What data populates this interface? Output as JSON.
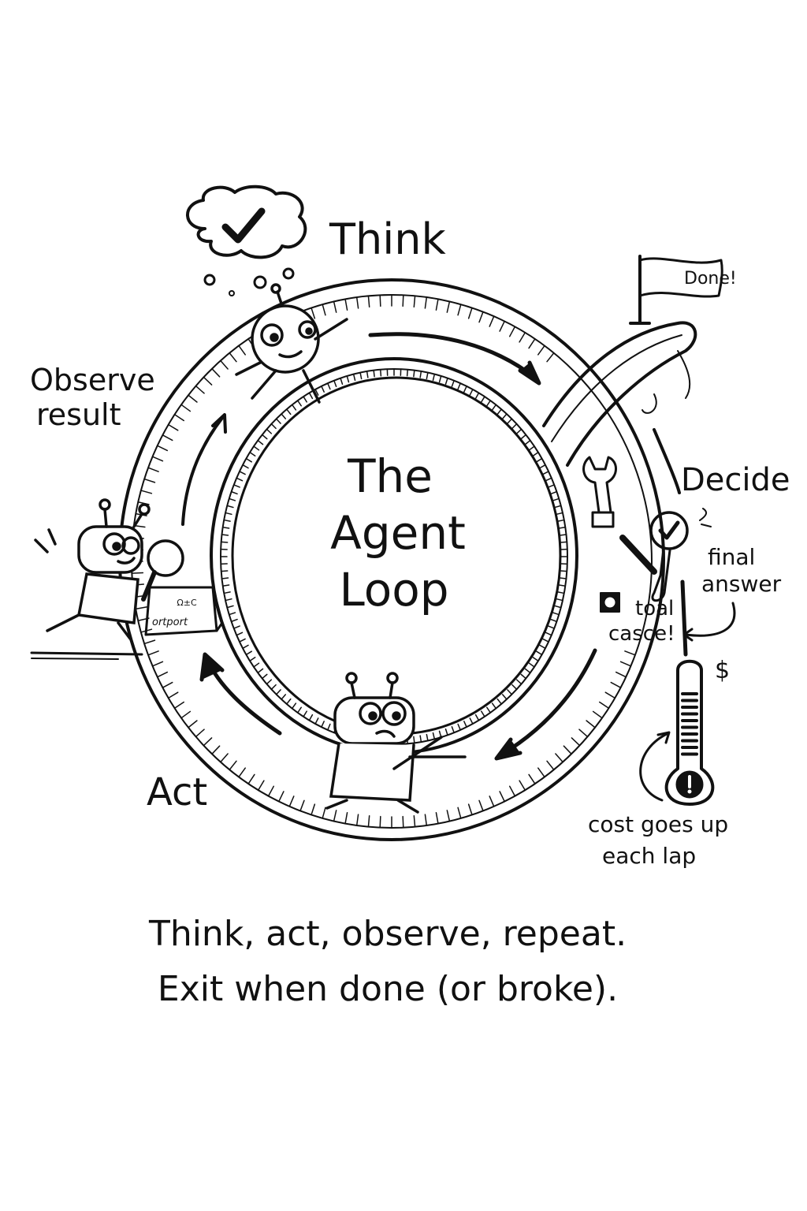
{
  "title": {
    "line1": "The",
    "line2": "Agent",
    "line3": "Loop"
  },
  "stages": {
    "think": "Think",
    "observe": {
      "line1": "Observe",
      "line2": "result"
    },
    "act": "Act",
    "decide": "Decide"
  },
  "annotations": {
    "done_flag": "Done!",
    "final_answer": {
      "line1": "final",
      "line2": "answer"
    },
    "tool_case": {
      "line1": "toal",
      "line2": "casce!"
    },
    "cost": {
      "line1": "cost goes up",
      "line2": "each lap"
    },
    "dollar": "$",
    "output_sign": "ortport",
    "output_sign_top": "Ω±C"
  },
  "caption": {
    "line1": "Think, act, observe, repeat.",
    "line2": "Exit when done (or broke)."
  },
  "colors": {
    "ink": "#111111",
    "paper": "#ffffff"
  }
}
